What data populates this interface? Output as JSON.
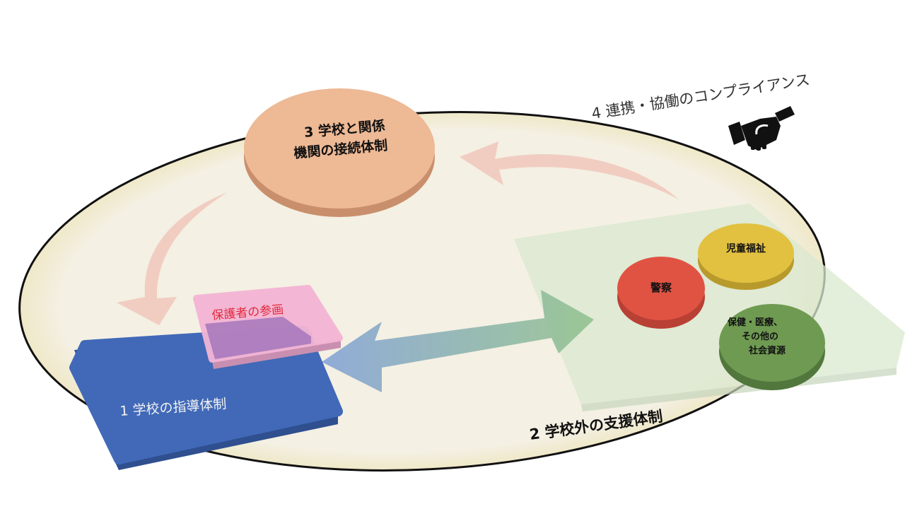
{
  "diagram": {
    "compliance_label": "4  連携・協働のコンプライアンス",
    "connection": {
      "line1": "3  学校と関係",
      "line2": "機関の接続体制"
    },
    "school_guidance": "1  学校の指導体制",
    "parent_participation": "保護者の参画",
    "external_support": "2  学校外の支援体制",
    "police": "警察",
    "child_welfare": "児童福祉",
    "health": {
      "line1": "保健・医療、",
      "line2": "その他の",
      "line3": "社会資源"
    },
    "icons": [
      "handshake-icon"
    ]
  },
  "colors": {
    "ellipse_fill": "#f4f0e3",
    "connection_disk": "#eeb995",
    "school_block": "#4169b8",
    "parent_block": "#f3b5d5",
    "police": "#e05343",
    "child_welfare": "#e2c141",
    "health": "#6f9a52"
  }
}
